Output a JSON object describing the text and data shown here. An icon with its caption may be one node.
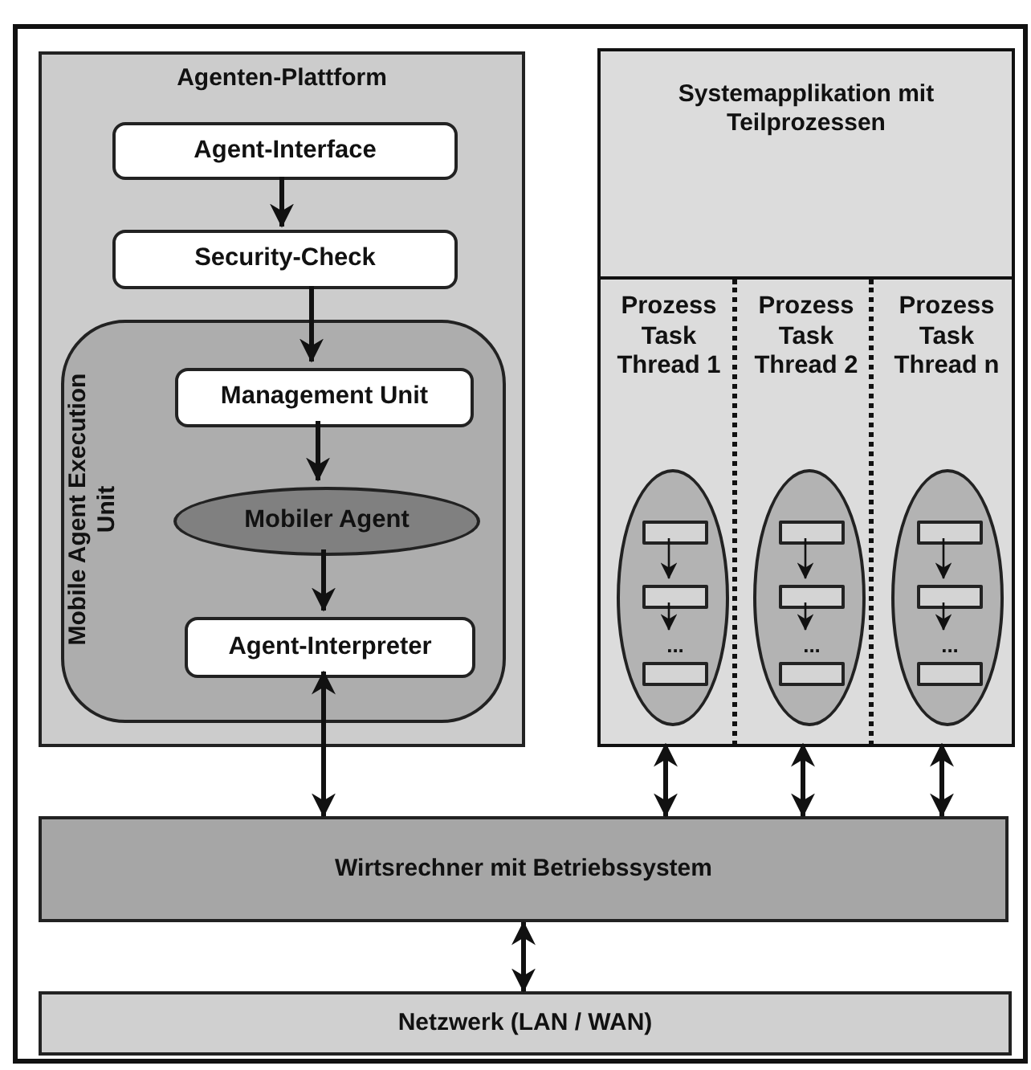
{
  "diagram": {
    "nodes": [
      {
        "text": [
          "Agenten-Plattform"
        ]
      },
      {
        "text": [
          "Agent-Interface"
        ],
        "in": 0
      },
      {
        "text": [
          "Security-Check"
        ],
        "in": 0
      },
      {
        "text": [
          "Mobile Agent Execution Unit"
        ],
        "in": 0
      },
      {
        "text": [
          "Management Unit"
        ],
        "in": 3
      },
      {
        "text": [
          "Mobiler Agent"
        ],
        "in": 3
      },
      {
        "text": [
          "Agent-Interpreter"
        ],
        "in": 3
      },
      {
        "text": [
          "Systemapplikation mit Teilprozessen"
        ]
      },
      {
        "text": [
          "Prozess Task Thread 1"
        ],
        "in": 7
      },
      {
        "text": [],
        "shape": "circle",
        "in": 8
      },
      {
        "text": [],
        "shape": "box",
        "in": 9
      },
      {
        "text": [],
        "shape": "box",
        "in": 9
      },
      {
        "text": [
          "..."
        ],
        "in": 9
      },
      {
        "text": [],
        "shape": "box",
        "in": 9
      },
      {
        "text": [
          "Prozess Task Thread 2"
        ],
        "in": 7
      },
      {
        "text": [],
        "shape": "circle",
        "in": 14
      },
      {
        "text": [],
        "shape": "box",
        "in": 15
      },
      {
        "text": [],
        "shape": "box",
        "in": 15
      },
      {
        "text": [
          "..."
        ],
        "in": 15
      },
      {
        "text": [],
        "shape": "box",
        "in": 15
      },
      {
        "text": [
          "Prozess Task Thread n"
        ],
        "in": 7
      },
      {
        "text": [],
        "shape": "circle",
        "in": 20
      },
      {
        "text": [],
        "shape": "box",
        "in": 21
      },
      {
        "text": [],
        "shape": "box",
        "in": 21
      },
      {
        "text": [
          "..."
        ],
        "in": 21
      },
      {
        "text": [],
        "shape": "box",
        "in": 21
      },
      {
        "text": [
          "Wirtsrechner mit Betriebssystem"
        ]
      },
      {
        "text": [
          "Netzwerk (LAN / WAN)"
        ]
      }
    ],
    "edges": [
      {
        "from": 1,
        "to": 2,
        "arrow": "to"
      },
      {
        "from": 2,
        "to": 4,
        "arrow": "to"
      },
      {
        "from": 4,
        "to": 5,
        "arrow": "to"
      },
      {
        "from": 5,
        "to": 6,
        "arrow": "to"
      },
      {
        "from": 6,
        "to": 26,
        "arrow": "both"
      },
      {
        "from": 10,
        "to": 11,
        "arrow": "to"
      },
      {
        "from": 11,
        "to": 12,
        "arrow": "to"
      },
      {
        "from": 16,
        "to": 17,
        "arrow": "to"
      },
      {
        "from": 17,
        "to": 18,
        "arrow": "to"
      },
      {
        "from": 22,
        "to": 23,
        "arrow": "to"
      },
      {
        "from": 23,
        "to": 24,
        "arrow": "to"
      },
      {
        "from": 8,
        "to": 26,
        "arrow": "both"
      },
      {
        "from": 14,
        "to": 26,
        "arrow": "both"
      },
      {
        "from": 20,
        "to": 26,
        "arrow": "both"
      },
      {
        "from": 26,
        "to": 27,
        "arrow": "both"
      }
    ]
  }
}
